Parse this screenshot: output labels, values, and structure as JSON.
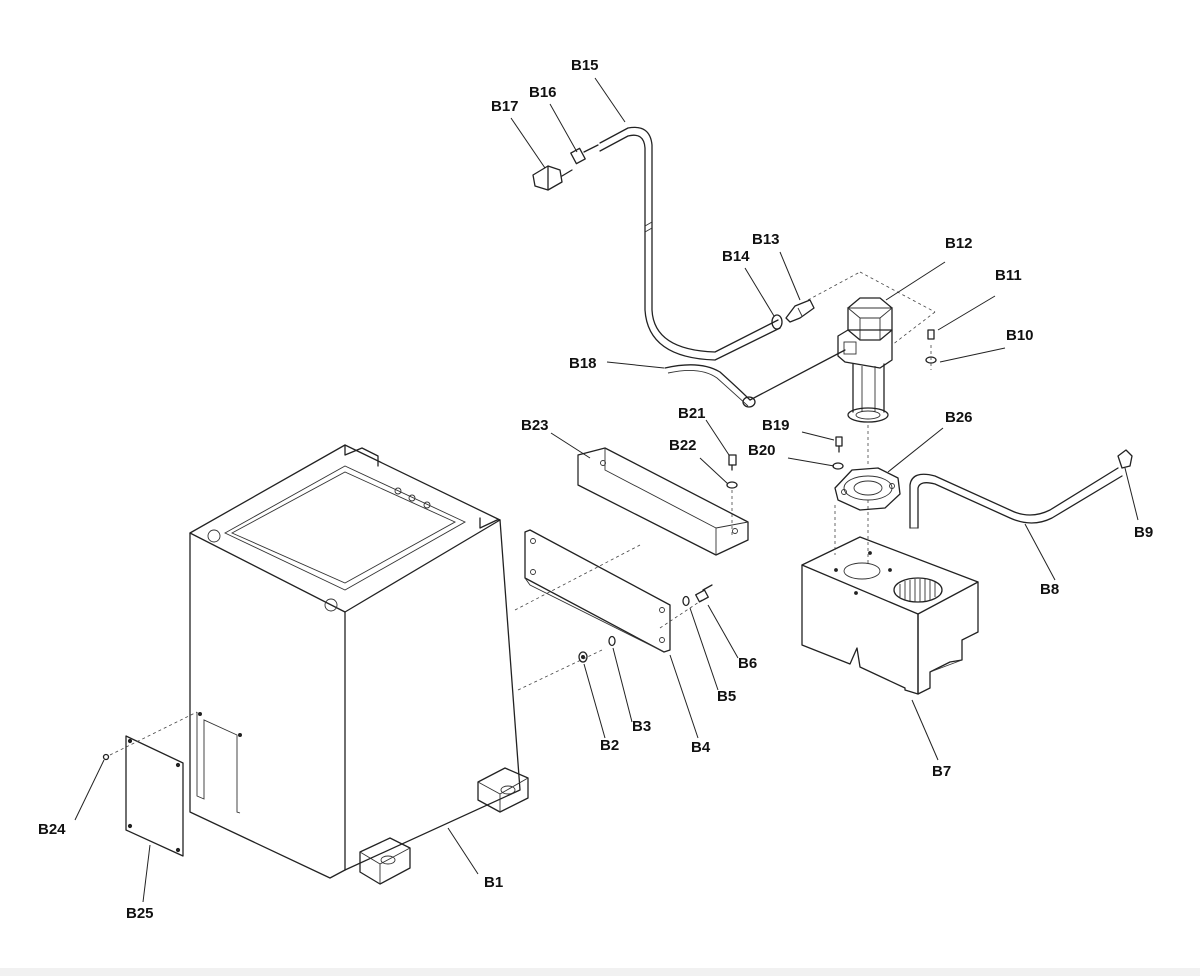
{
  "callouts": [
    {
      "id": "B1",
      "label": "B1"
    },
    {
      "id": "B2",
      "label": "B2"
    },
    {
      "id": "B3",
      "label": "B3"
    },
    {
      "id": "B4",
      "label": "B4"
    },
    {
      "id": "B5",
      "label": "B5"
    },
    {
      "id": "B6",
      "label": "B6"
    },
    {
      "id": "B7",
      "label": "B7"
    },
    {
      "id": "B8",
      "label": "B8"
    },
    {
      "id": "B9",
      "label": "B9"
    },
    {
      "id": "B10",
      "label": "B10"
    },
    {
      "id": "B11",
      "label": "B11"
    },
    {
      "id": "B12",
      "label": "B12"
    },
    {
      "id": "B13",
      "label": "B13"
    },
    {
      "id": "B14",
      "label": "B14"
    },
    {
      "id": "B15",
      "label": "B15"
    },
    {
      "id": "B16",
      "label": "B16"
    },
    {
      "id": "B17",
      "label": "B17"
    },
    {
      "id": "B18",
      "label": "B18"
    },
    {
      "id": "B19",
      "label": "B19"
    },
    {
      "id": "B20",
      "label": "B20"
    },
    {
      "id": "B21",
      "label": "B21"
    },
    {
      "id": "B22",
      "label": "B22"
    },
    {
      "id": "B23",
      "label": "B23"
    },
    {
      "id": "B24",
      "label": "B24"
    },
    {
      "id": "B25",
      "label": "B25"
    },
    {
      "id": "B26",
      "label": "B26"
    }
  ]
}
